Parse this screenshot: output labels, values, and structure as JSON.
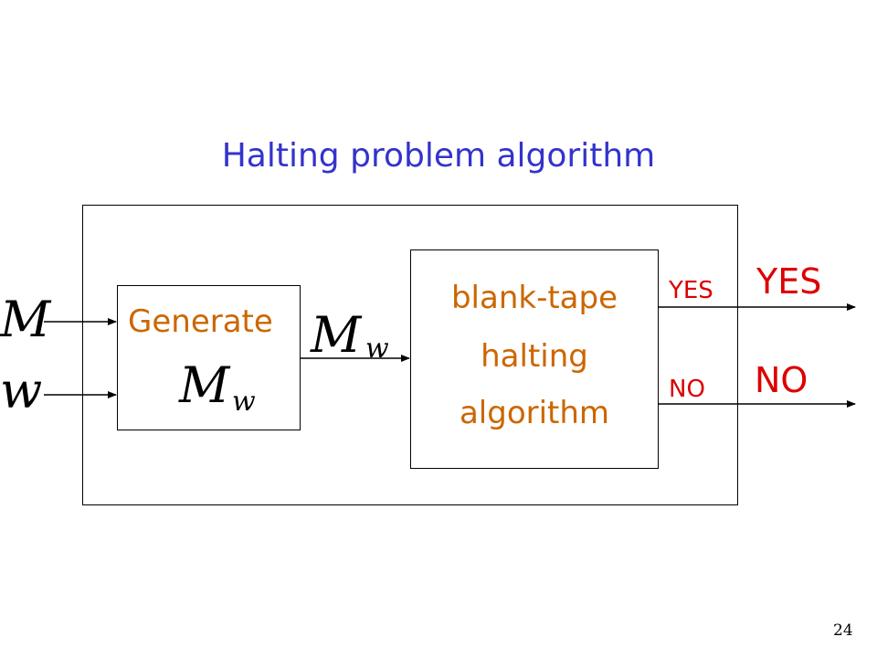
{
  "title": "Halting problem algorithm",
  "generate_box": {
    "label": "Generate",
    "symbol": "M",
    "subscript": "w"
  },
  "algorithm_box": {
    "lines": [
      "blank-tape",
      "halting",
      "algorithm"
    ]
  },
  "inputs": {
    "machine": "M",
    "string": "w"
  },
  "intermediate": {
    "symbol": "M",
    "subscript": "w"
  },
  "outputs": {
    "yes_inner": "YES",
    "no_inner": "NO",
    "yes_outer": "YES",
    "no_outer": "NO"
  },
  "page_number": "24",
  "colors": {
    "title": "#3333cc",
    "box_text": "#cc6600",
    "output_text": "#dd0000"
  }
}
